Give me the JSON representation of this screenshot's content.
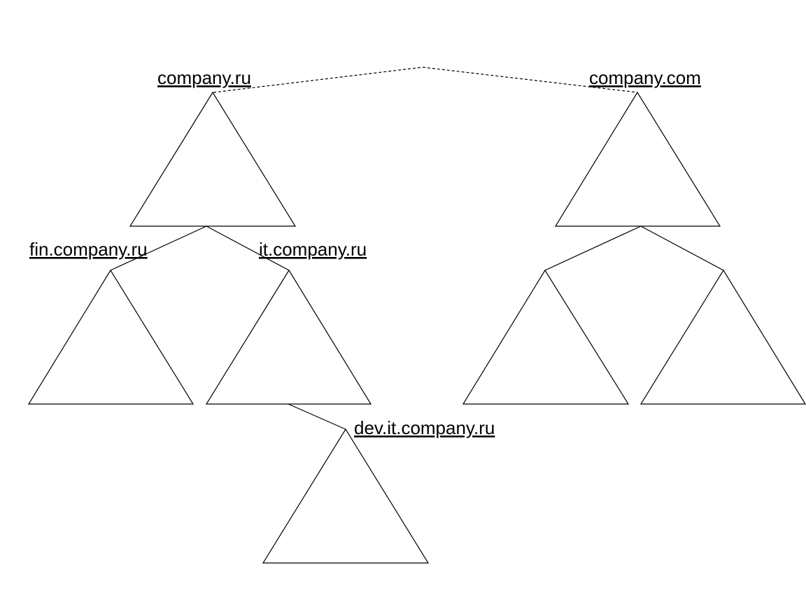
{
  "diagram": {
    "forest_link_style": "dashed",
    "line_color": "#000000",
    "background_color": "#ffffff",
    "nodes": {
      "company_ru": {
        "label": "company.ru"
      },
      "company_com": {
        "label": "company.com"
      },
      "fin_company_ru": {
        "label": "fin.company.ru"
      },
      "it_company_ru": {
        "label": "it.company.ru"
      },
      "dev_it_company_ru": {
        "label": "dev.it.company.ru"
      },
      "com_child_left": {
        "label": ""
      },
      "com_child_right": {
        "label": ""
      }
    }
  }
}
